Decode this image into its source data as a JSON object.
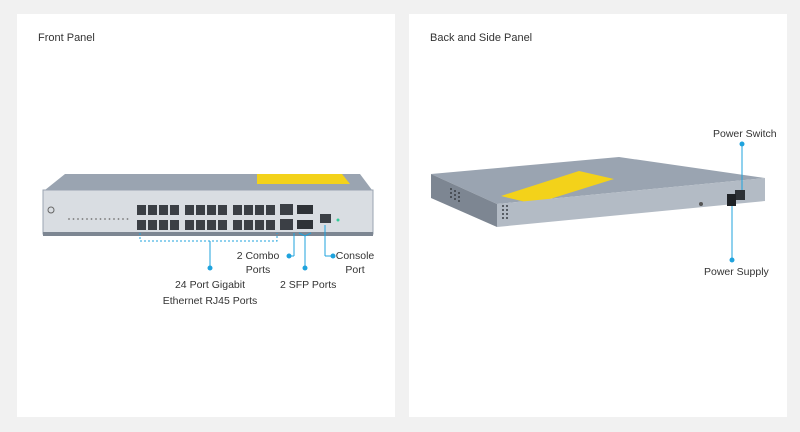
{
  "panels": {
    "front": {
      "title": "Front Panel",
      "callouts": {
        "rj45": {
          "line1": "24 Port Gigabit",
          "line2": "Ethernet RJ45 Ports"
        },
        "combo": {
          "line1": "2 Combo",
          "line2": "Ports"
        },
        "sfp": {
          "line1": "2 SFP Ports"
        },
        "console": {
          "line1": "Console",
          "line2": "Port"
        }
      }
    },
    "back": {
      "title": "Back and Side Panel",
      "callouts": {
        "power_switch": {
          "line1": "Power Switch"
        },
        "power_supply": {
          "line1": "Power Supply"
        }
      }
    }
  },
  "colors": {
    "background": "#f1f1f1",
    "card": "#ffffff",
    "accent": "#1fa3dd",
    "chassis": "#8c96a3",
    "label_sticker": "#f3d21a"
  },
  "icons": {
    "switch_front": "network-switch-front",
    "switch_back": "network-switch-back",
    "callout_marker": "dot"
  }
}
